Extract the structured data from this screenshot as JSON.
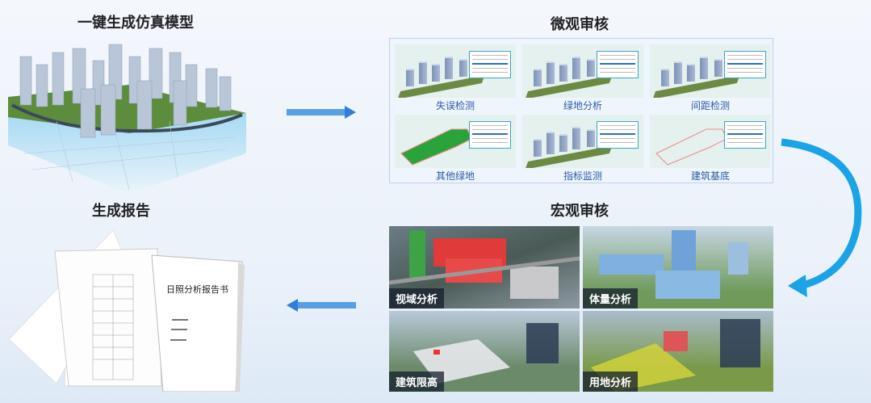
{
  "steps": {
    "model_title": "一键生成仿真模型",
    "micro_title": "微观审核",
    "macro_title": "宏观审核",
    "report_title": "生成报告"
  },
  "micro": {
    "items": [
      {
        "label": "失误检测"
      },
      {
        "label": "绿地分析"
      },
      {
        "label": "间距检测"
      },
      {
        "label": "其他绿地"
      },
      {
        "label": "指标监测"
      },
      {
        "label": "建筑基底"
      }
    ]
  },
  "macro": {
    "items": [
      {
        "label": "视域分析"
      },
      {
        "label": "体量分析"
      },
      {
        "label": "建筑限高"
      },
      {
        "label": "用地分析"
      }
    ]
  },
  "report": {
    "cover_title": "日照分析报告书"
  },
  "colors": {
    "arrow": "#3d8fe0",
    "curve_arrow": "#1aa3e6",
    "micro_label": "#2e5aa8"
  }
}
